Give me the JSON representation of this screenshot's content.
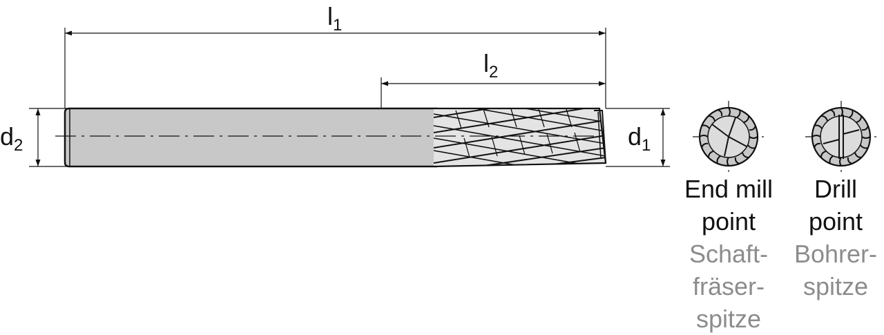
{
  "dimensions": {
    "l1": {
      "base": "l",
      "sub": "1"
    },
    "l2": {
      "base": "l",
      "sub": "2"
    },
    "d1": {
      "base": "d",
      "sub": "1"
    },
    "d2": {
      "base": "d",
      "sub": "2"
    }
  },
  "points": {
    "end_mill": {
      "en_line1": "End mill",
      "en_line2": "point",
      "de_line1": "Schaft-",
      "de_line2": "fräser-",
      "de_line3": "spitze"
    },
    "drill": {
      "en_line1": "Drill",
      "en_line2": "point",
      "de_line1": "Bohrer-",
      "de_line2": "spitze"
    }
  },
  "colors": {
    "line": "#111111",
    "shank_fill": "#c8c8c8",
    "german_text": "#8c8c8c"
  }
}
